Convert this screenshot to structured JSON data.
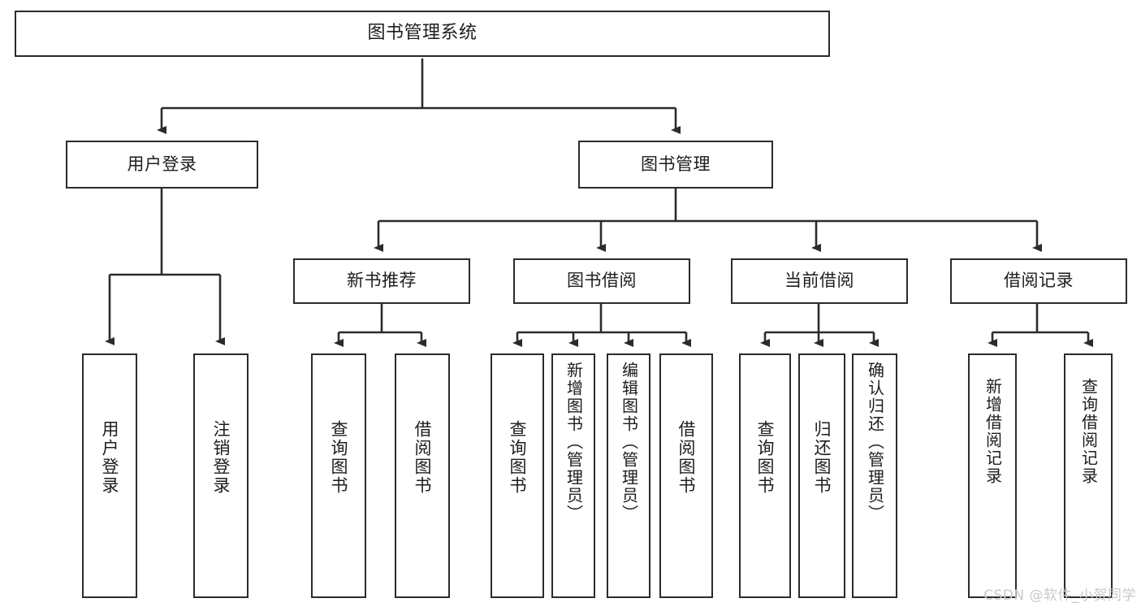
{
  "diagram": {
    "title": "图书管理系统",
    "type": "tree",
    "background": "#ffffff",
    "line_color": "#2b2b2b",
    "text_color": "#1d1d1d"
  },
  "nodes": {
    "root": {
      "label": "图书管理系统",
      "orientation": "horizontal"
    },
    "login": {
      "label": "用户登录",
      "orientation": "horizontal"
    },
    "bookmgmt": {
      "label": "图书管理",
      "orientation": "horizontal"
    },
    "newbook": {
      "label": "新书推荐",
      "orientation": "horizontal"
    },
    "borrow": {
      "label": "图书借阅",
      "orientation": "horizontal"
    },
    "current": {
      "label": "当前借阅",
      "orientation": "horizontal"
    },
    "records": {
      "label": "借阅记录",
      "orientation": "horizontal"
    },
    "leaf_login_in": {
      "label": "用户登录",
      "orientation": "vertical"
    },
    "leaf_login_out": {
      "label": "注销登录",
      "orientation": "vertical"
    },
    "leaf_new_query": {
      "label": "查询图书",
      "orientation": "vertical"
    },
    "leaf_new_borrow": {
      "label": "借阅图书",
      "orientation": "vertical"
    },
    "leaf_b_query": {
      "label": "查询图书",
      "orientation": "vertical"
    },
    "leaf_b_add": {
      "label": "新增图书（管理员）",
      "orientation": "vertical"
    },
    "leaf_b_edit": {
      "label": "编辑图书（管理员）",
      "orientation": "vertical"
    },
    "leaf_b_borrow": {
      "label": "借阅图书",
      "orientation": "vertical"
    },
    "leaf_c_query": {
      "label": "查询图书",
      "orientation": "vertical"
    },
    "leaf_c_return": {
      "label": "归还图书",
      "orientation": "vertical"
    },
    "leaf_c_confirm": {
      "label": "确认归还（管理员）",
      "orientation": "vertical"
    },
    "leaf_r_add": {
      "label": "新增借阅记录",
      "orientation": "vertical"
    },
    "leaf_r_query": {
      "label": "查询借阅记录",
      "orientation": "vertical"
    }
  },
  "edges": [
    {
      "from": "root",
      "to": "login"
    },
    {
      "from": "root",
      "to": "bookmgmt"
    },
    {
      "from": "login",
      "to": "leaf_login_in"
    },
    {
      "from": "login",
      "to": "leaf_login_out"
    },
    {
      "from": "bookmgmt",
      "to": "newbook"
    },
    {
      "from": "bookmgmt",
      "to": "borrow"
    },
    {
      "from": "bookmgmt",
      "to": "current"
    },
    {
      "from": "bookmgmt",
      "to": "records"
    },
    {
      "from": "newbook",
      "to": "leaf_new_query"
    },
    {
      "from": "newbook",
      "to": "leaf_new_borrow"
    },
    {
      "from": "borrow",
      "to": "leaf_b_query"
    },
    {
      "from": "borrow",
      "to": "leaf_b_add"
    },
    {
      "from": "borrow",
      "to": "leaf_b_edit"
    },
    {
      "from": "borrow",
      "to": "leaf_b_borrow"
    },
    {
      "from": "current",
      "to": "leaf_c_query"
    },
    {
      "from": "current",
      "to": "leaf_c_return"
    },
    {
      "from": "current",
      "to": "leaf_c_confirm"
    },
    {
      "from": "records",
      "to": "leaf_r_add"
    },
    {
      "from": "records",
      "to": "leaf_r_query"
    }
  ],
  "watermark": {
    "text": "CSDN @软件_小贺同学"
  }
}
